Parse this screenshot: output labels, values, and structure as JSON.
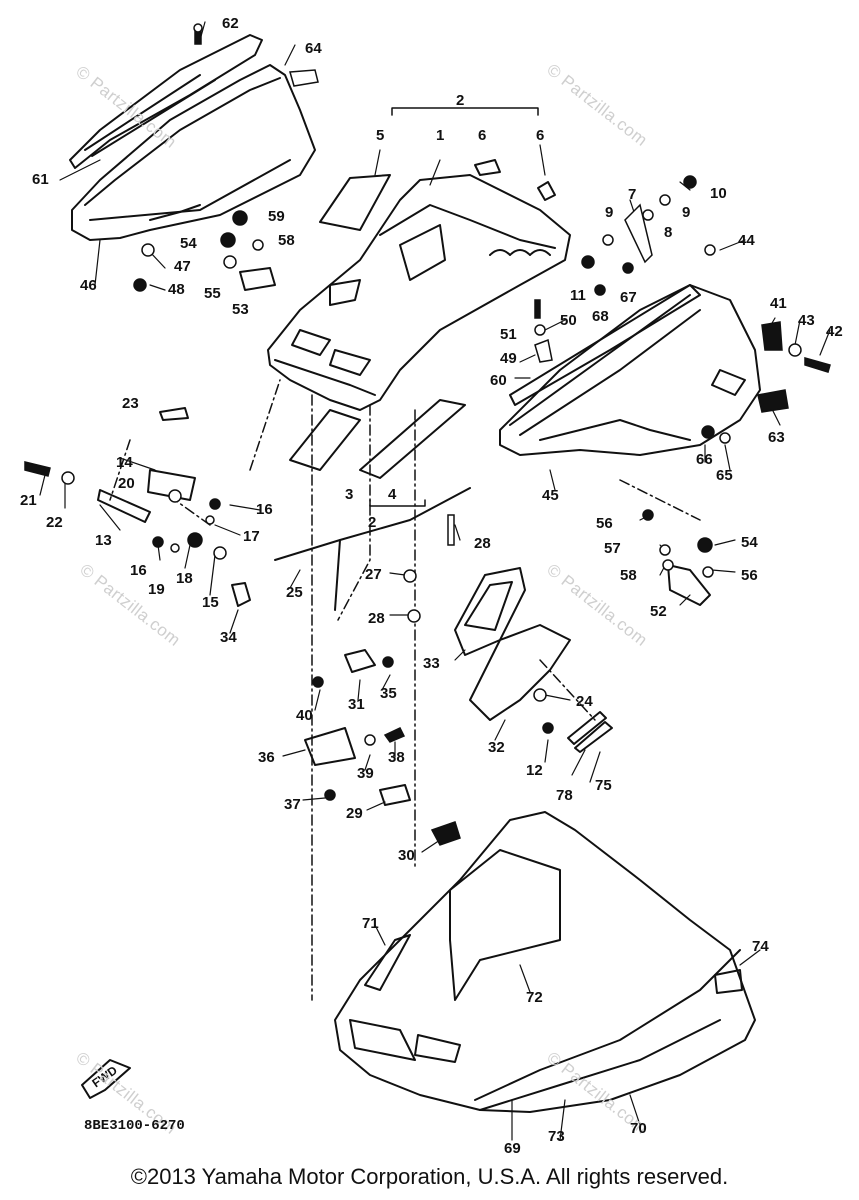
{
  "watermarks": [
    "© Partzilla.com",
    "© Partzilla.com",
    "© Partzilla.com",
    "© Partzilla.com",
    "© Partzilla.com",
    "© Partzilla.com"
  ],
  "part_labels": [
    "62",
    "64",
    "2",
    "5",
    "1",
    "6",
    "6",
    "61",
    "59",
    "58",
    "54",
    "47",
    "55",
    "53",
    "46",
    "48",
    "7",
    "10",
    "9",
    "9",
    "8",
    "44",
    "11",
    "67",
    "68",
    "50",
    "51",
    "49",
    "41",
    "43",
    "42",
    "60",
    "63",
    "66",
    "65",
    "45",
    "23",
    "14",
    "20",
    "16",
    "21",
    "22",
    "13",
    "17",
    "16",
    "19",
    "18",
    "15",
    "34",
    "56",
    "54",
    "57",
    "58",
    "56",
    "52",
    "28",
    "25",
    "27",
    "28",
    "3",
    "4",
    "2",
    "33",
    "24",
    "32",
    "12",
    "78",
    "75",
    "31",
    "35",
    "40",
    "36",
    "38",
    "39",
    "37",
    "29",
    "30",
    "71",
    "74",
    "72",
    "69",
    "73",
    "70"
  ],
  "fwd_badge": "FWD",
  "drawing_code": "8BE3100-6270",
  "copyright": "©2013  Yamaha Motor Corporation, U.S.A. All rights reserved.",
  "colors": {
    "line": "#111111",
    "background": "#ffffff",
    "watermark": "#cfcfcf"
  }
}
